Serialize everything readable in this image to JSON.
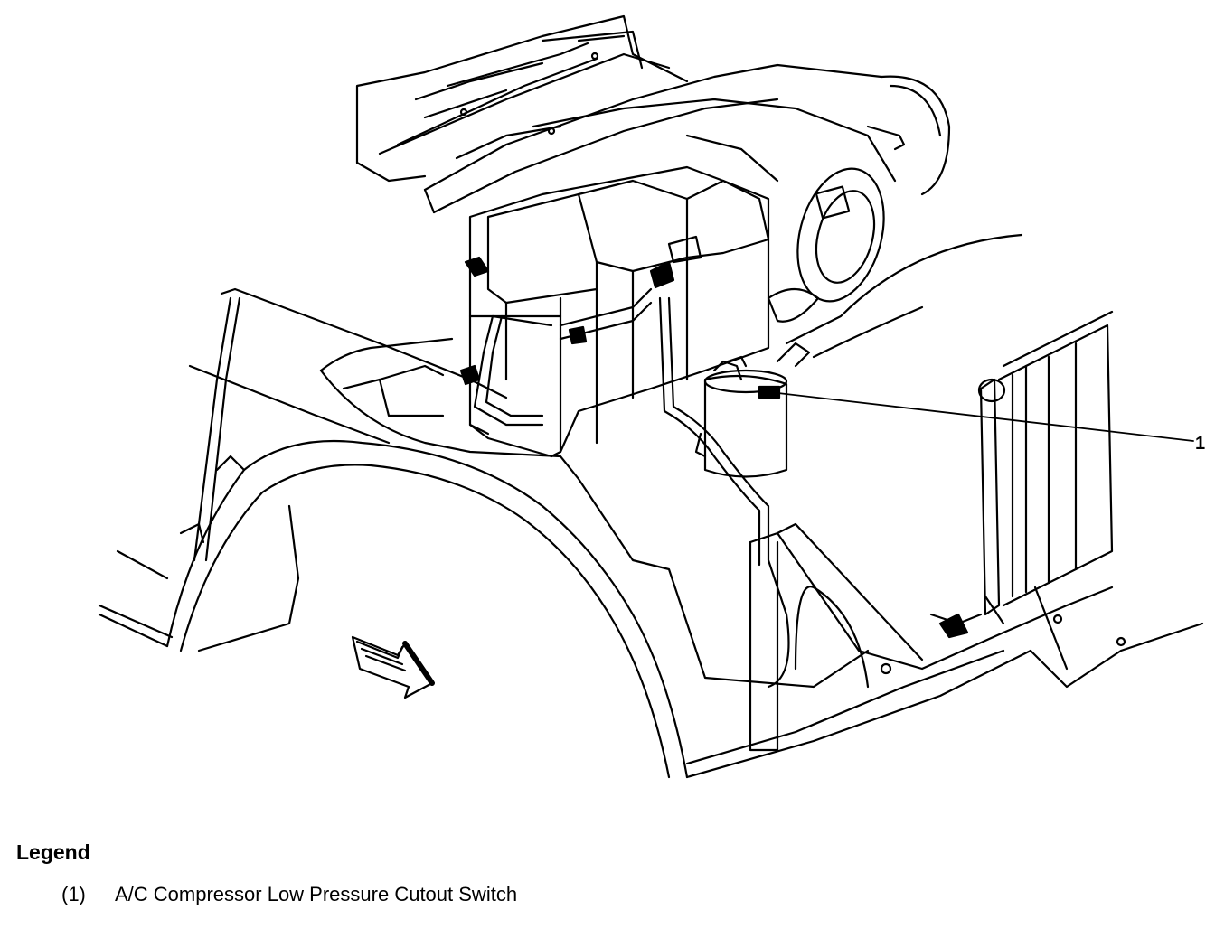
{
  "callouts": [
    {
      "number": "1"
    }
  ],
  "legend": {
    "title": "Legend",
    "items": [
      {
        "number": "(1)",
        "text": "A/C Compressor Low Pressure Cutout Switch"
      }
    ]
  }
}
